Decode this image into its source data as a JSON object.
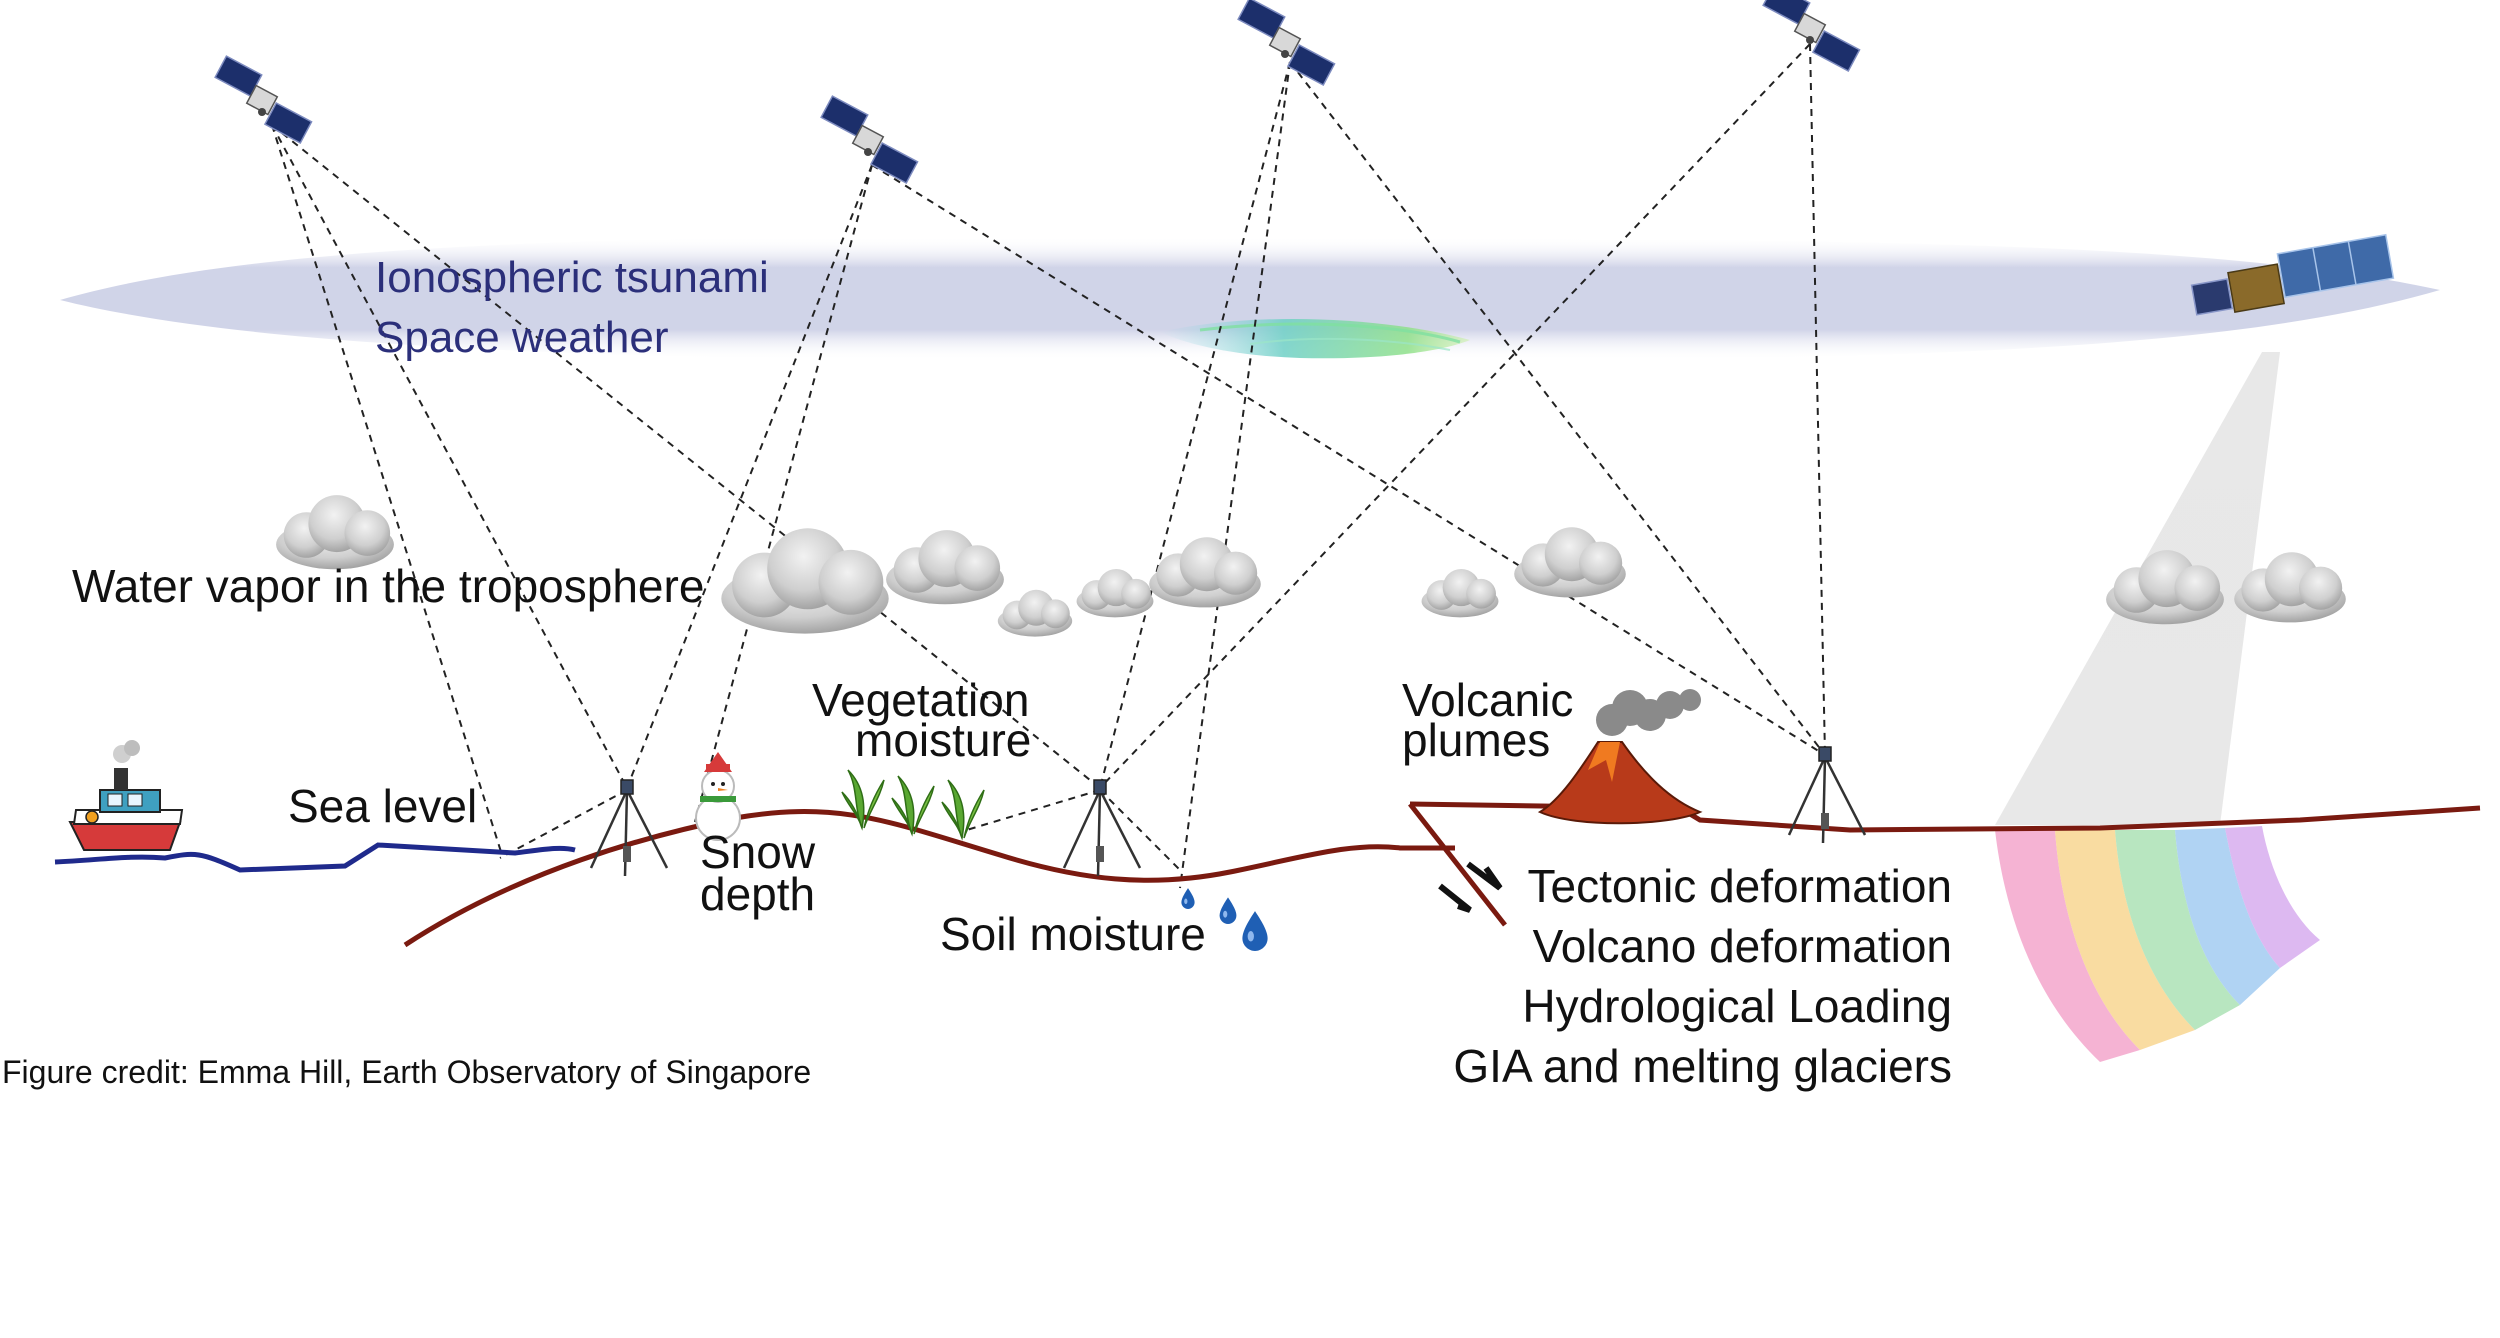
{
  "labels": {
    "ionosphere_line1": "Ionospheric tsunami",
    "ionosphere_line2": "Space weather",
    "water_vapor": "Water vapor in the troposphere",
    "sea_level": "Sea level",
    "snow_depth_line1": "Snow",
    "snow_depth_line2": "depth",
    "vegetation_line1": "Vegetation",
    "vegetation_line2": "moisture",
    "soil_moisture": "Soil moisture",
    "volcanic_line1": "Volcanic",
    "volcanic_line2": "plumes",
    "tectonic": "Tectonic deformation",
    "volcano_deformation": "Volcano deformation",
    "hydrological": "Hydrological Loading",
    "gia": "GIA and melting glaciers"
  },
  "credit": "Figure credit: Emma Hill, Earth Observatory of Singapore",
  "colors": {
    "ionosphere_band": "#c8cce4",
    "ionosphere_text": "#2b2f7a",
    "sea_line": "#1f2a8c",
    "ground_line": "#7a1a10",
    "signal_path": "#222222",
    "cloud": "#cfcfcf",
    "satellite_panel": "#1c2f6b",
    "water_drop": "#1f5fb4",
    "lava": "#b83a1a",
    "vegetation": "#4c9a2a"
  },
  "icons": [
    "satellite-icon",
    "insar-satellite-icon",
    "cloud-icon",
    "gnss-station-icon",
    "boat-icon",
    "snowman-icon",
    "plant-icon",
    "water-drop-icon",
    "volcano-icon",
    "fault-arrows-icon",
    "aurora-icon",
    "interferogram-fringes-icon"
  ]
}
